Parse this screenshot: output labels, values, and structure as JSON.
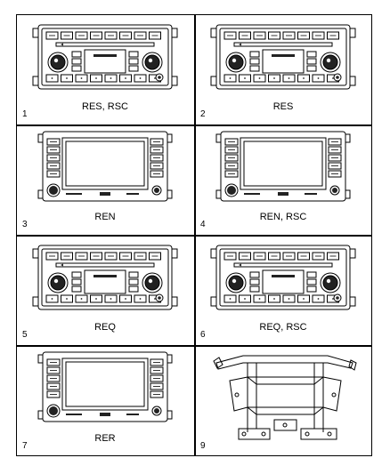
{
  "panels": [
    {
      "number": "1",
      "model": "RES, RSC",
      "type": "radio-knobs"
    },
    {
      "number": "2",
      "model": "RES",
      "type": "radio-knobs"
    },
    {
      "number": "3",
      "model": "REN",
      "type": "nav-screen"
    },
    {
      "number": "4",
      "model": "REN, RSC",
      "type": "nav-screen"
    },
    {
      "number": "5",
      "model": "REQ",
      "type": "radio-knobs"
    },
    {
      "number": "6",
      "model": "REQ, RSC",
      "type": "radio-knobs"
    },
    {
      "number": "7",
      "model": "RER",
      "type": "nav-screen"
    },
    {
      "number": "9",
      "model": "",
      "type": "bracket"
    }
  ],
  "colors": {
    "line": "#000000",
    "fill": "#ffffff",
    "shade": "#222222"
  }
}
